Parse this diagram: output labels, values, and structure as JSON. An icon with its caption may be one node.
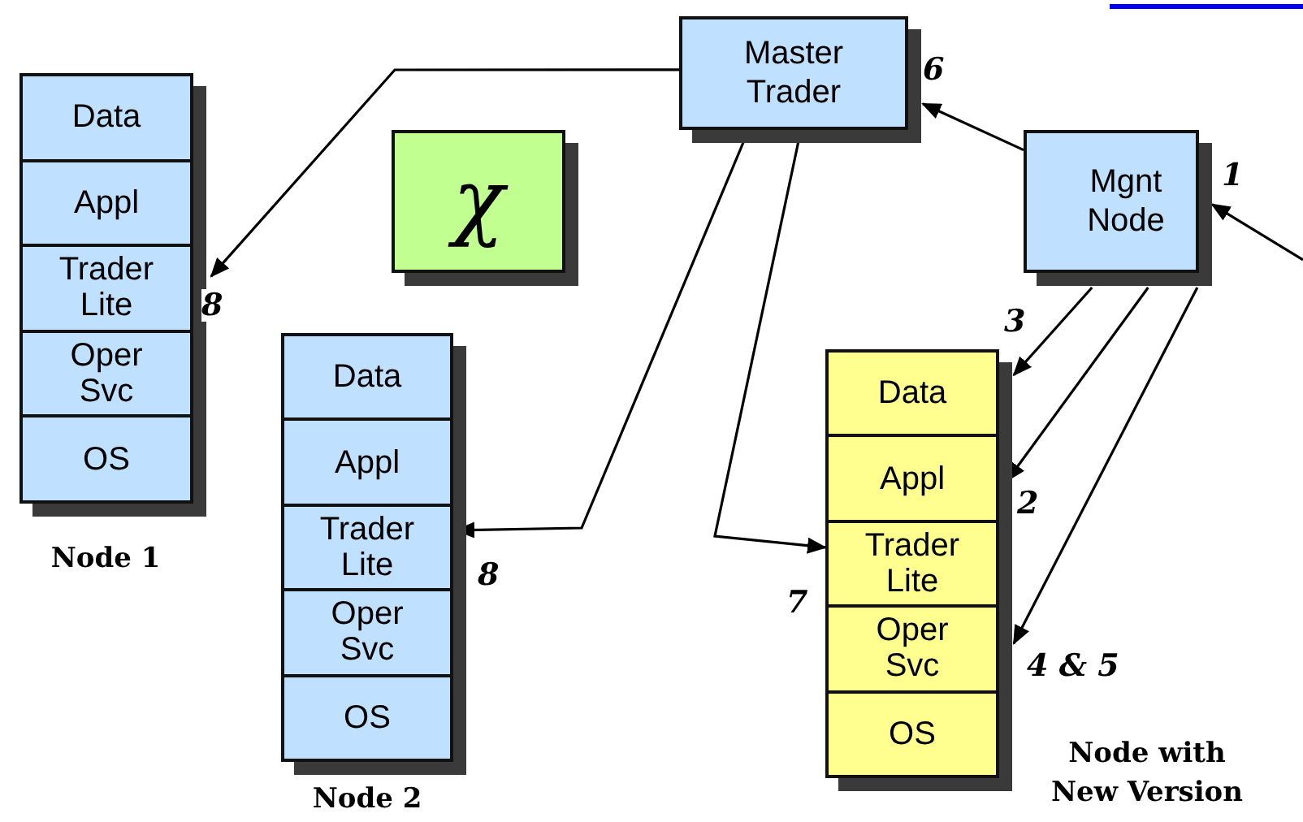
{
  "diagram": {
    "nodes": [
      {
        "text": [],
        "shape": "box",
        "beside": [
          "Node 1"
        ]
      },
      {
        "text": [
          "Data"
        ],
        "in": 0
      },
      {
        "text": [
          "Appl"
        ],
        "in": 0
      },
      {
        "text": [
          "Trader Lite"
        ],
        "in": 0
      },
      {
        "text": [
          "Oper Svc"
        ],
        "in": 0
      },
      {
        "text": [
          "OS"
        ],
        "in": 0
      },
      {
        "text": [
          "Master Trader"
        ]
      },
      {
        "text": [
          "χ"
        ]
      },
      {
        "text": [],
        "shape": "box",
        "beside": [
          "Node 2"
        ]
      },
      {
        "text": [
          "Data"
        ],
        "in": 8
      },
      {
        "text": [
          "Appl"
        ],
        "in": 8
      },
      {
        "text": [
          "Trader Lite"
        ],
        "in": 8
      },
      {
        "text": [
          "Oper Svc"
        ],
        "in": 8
      },
      {
        "text": [
          "OS"
        ],
        "in": 8
      },
      {
        "text": [
          "Mgnt Node"
        ]
      },
      {
        "text": [],
        "shape": "box",
        "beside": [
          "Node with New Version"
        ]
      },
      {
        "text": [
          "Data"
        ],
        "in": 15
      },
      {
        "text": [
          "Appl"
        ],
        "in": 15
      },
      {
        "text": [
          "Trader Lite"
        ],
        "in": 15
      },
      {
        "text": [
          "Oper Svc"
        ],
        "in": 15
      },
      {
        "text": [
          "OS"
        ],
        "in": 15
      }
    ],
    "edges": [
      {
        "from": 6,
        "to": 3,
        "arrow": "to",
        "label": "8"
      },
      {
        "from": 6,
        "to": 11,
        "arrow": "to",
        "label": "8"
      },
      {
        "from": 6,
        "to": 18,
        "arrow": "to",
        "label": "7"
      },
      {
        "from": 14,
        "to": 6,
        "arrow": "to",
        "label": "6"
      },
      {
        "from": null,
        "to": 14,
        "arrow": "to",
        "label": "1"
      },
      {
        "from": 14,
        "to": 16,
        "arrow": "to",
        "label": "3"
      },
      {
        "from": 14,
        "to": 17,
        "arrow": "to",
        "label": "2"
      },
      {
        "from": 14,
        "to": 19,
        "arrow": "to",
        "label": "4 & 5"
      }
    ]
  }
}
